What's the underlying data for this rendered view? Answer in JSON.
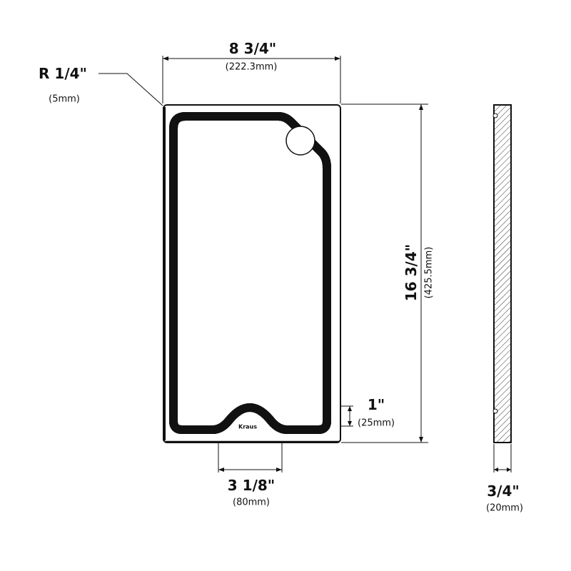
{
  "dimensions": {
    "width": {
      "imperial": "8 3/4\"",
      "metric": "(222.3mm)"
    },
    "corner_radius": {
      "imperial": "R 1/4\"",
      "metric": "(5mm)"
    },
    "length": {
      "imperial": "16 3/4\"",
      "metric": "(425.5mm)"
    },
    "notch_depth": {
      "imperial": "1\"",
      "metric": "(25mm)"
    },
    "notch_width": {
      "imperial": "3 1/8\"",
      "metric": "(80mm)"
    },
    "thickness": {
      "imperial": "3/4\"",
      "metric": "(20mm)"
    }
  },
  "logo": "Kraus"
}
